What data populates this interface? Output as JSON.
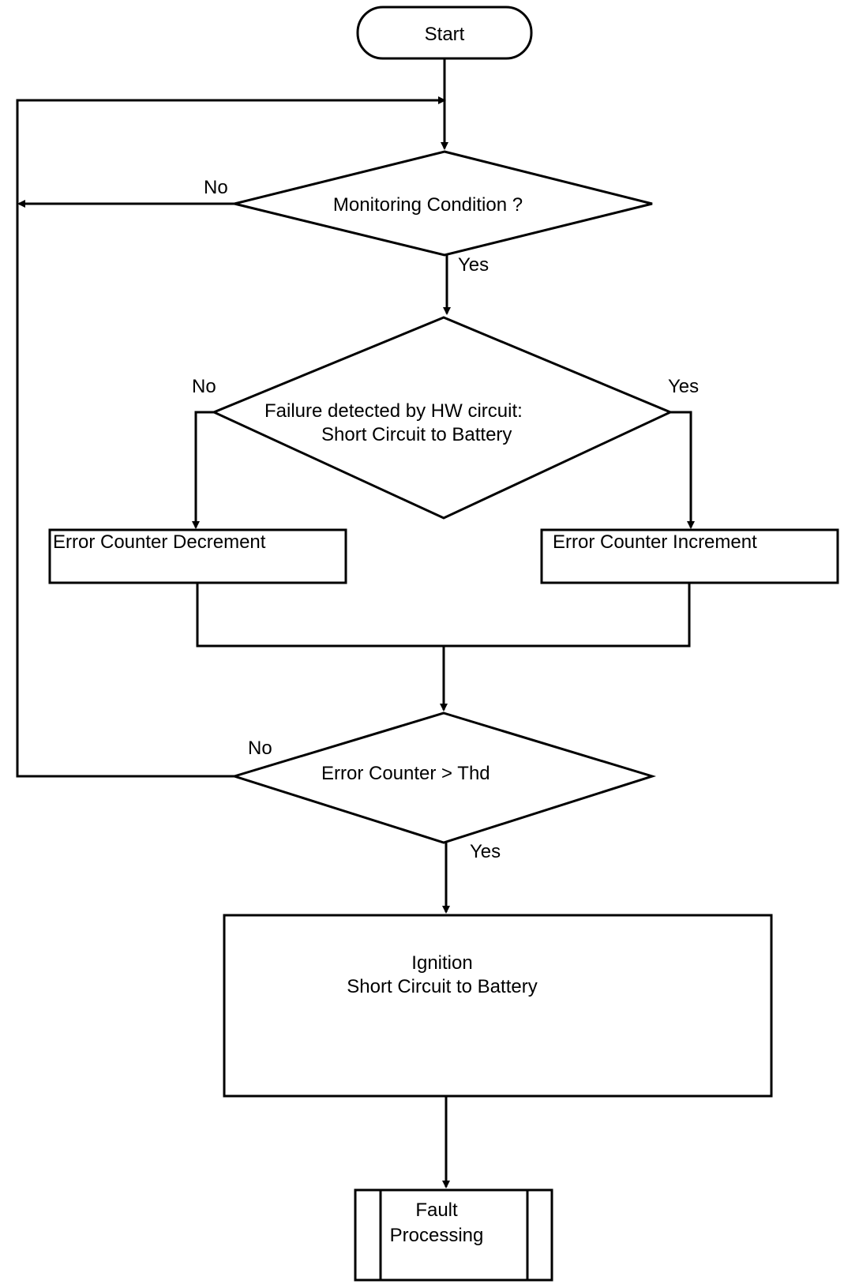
{
  "flowchart": {
    "start": "Start",
    "monitoring_condition": "Monitoring Condition ?",
    "failure_check_line1": "Failure detected by HW circuit:",
    "failure_check_line2": "Short Circuit to Battery",
    "error_counter_decrement": "Error Counter Decrement",
    "error_counter_increment": "Error Counter Increment",
    "threshold_check": "Error Counter >  Thd",
    "ignition_line1": "Ignition",
    "ignition_line2": "Short Circuit to Battery",
    "fault_processing_line1": "Fault",
    "fault_processing_line2": "Processing"
  },
  "edge_labels": {
    "monitoring_no": "No",
    "monitoring_yes": "Yes",
    "failure_no": "No",
    "failure_yes": "Yes",
    "threshold_no": "No",
    "threshold_yes": "Yes"
  }
}
